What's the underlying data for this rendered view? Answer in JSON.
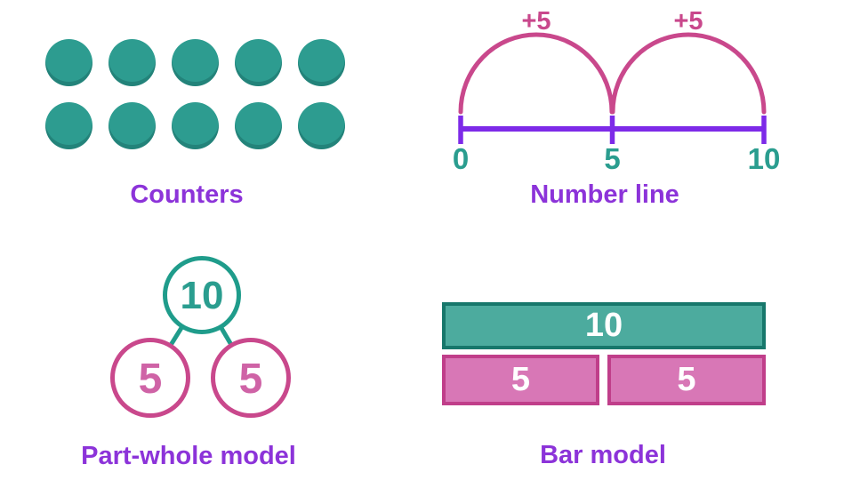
{
  "colors": {
    "counter_teal": "#2d9c90",
    "teal": "#2a9d8f",
    "teal_dark": "#17776b",
    "bar_teal_fill": "#4cab9e",
    "pink": "#c9488c",
    "pink_light_fill": "#d877b6",
    "pink_number": "#cf63a6",
    "bar_pink_border": "#c03e8a",
    "purple_line": "#7d2ae8",
    "purple_label": "#8c33d9",
    "white": "#ffffff"
  },
  "counters": {
    "label": "Counters",
    "count": 10,
    "rows": 2,
    "per_row": 5
  },
  "number_line": {
    "label": "Number line",
    "ticks": [
      "0",
      "5",
      "10"
    ],
    "jumps": [
      "+5",
      "+5"
    ]
  },
  "part_whole": {
    "label": "Part-whole model",
    "whole": "10",
    "parts": [
      "5",
      "5"
    ]
  },
  "bar_model": {
    "label": "Bar model",
    "whole": "10",
    "parts": [
      "5",
      "5"
    ]
  }
}
